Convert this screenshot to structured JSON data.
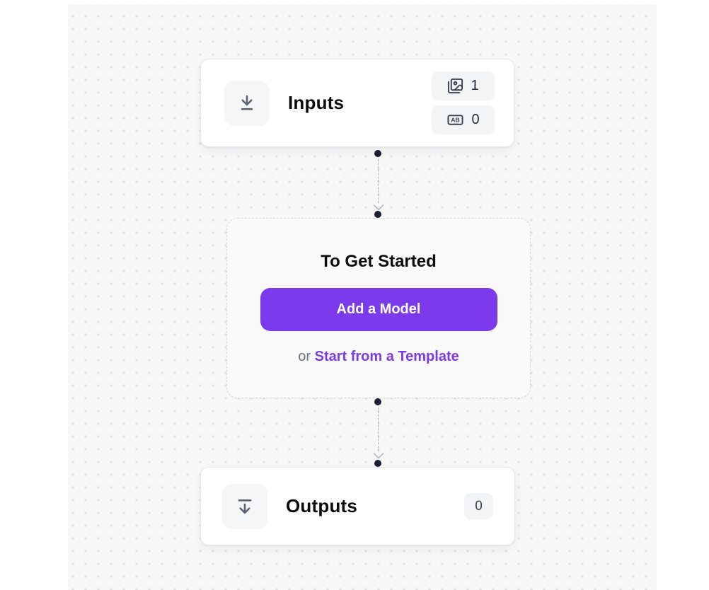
{
  "colors": {
    "accent": "#7c3aed",
    "canvas_bg": "#f8f8f9",
    "dot": "#e3e3e7",
    "card_bg": "#ffffff",
    "card_border": "#e7e8ea",
    "muted_bg": "#f3f4f6",
    "icon": "#5b6472",
    "badge_icon": "#39424f",
    "text": "#0b0b0e",
    "muted_text": "#6b7280",
    "handle": "#1b2130",
    "edge": "#a9b0ba"
  },
  "inputs_node": {
    "title": "Inputs",
    "icon": "arrow-down-to-line-icon",
    "badges": [
      {
        "icon": "images-icon",
        "count": "1"
      },
      {
        "icon": "ab-text-icon",
        "count": "0"
      }
    ]
  },
  "get_started_node": {
    "title": "To Get Started",
    "button_label": "Add a Model",
    "or_text": "or ",
    "link_label": "Start from a Template"
  },
  "outputs_node": {
    "title": "Outputs",
    "icon": "arrow-down-from-line-icon",
    "count": "0"
  }
}
